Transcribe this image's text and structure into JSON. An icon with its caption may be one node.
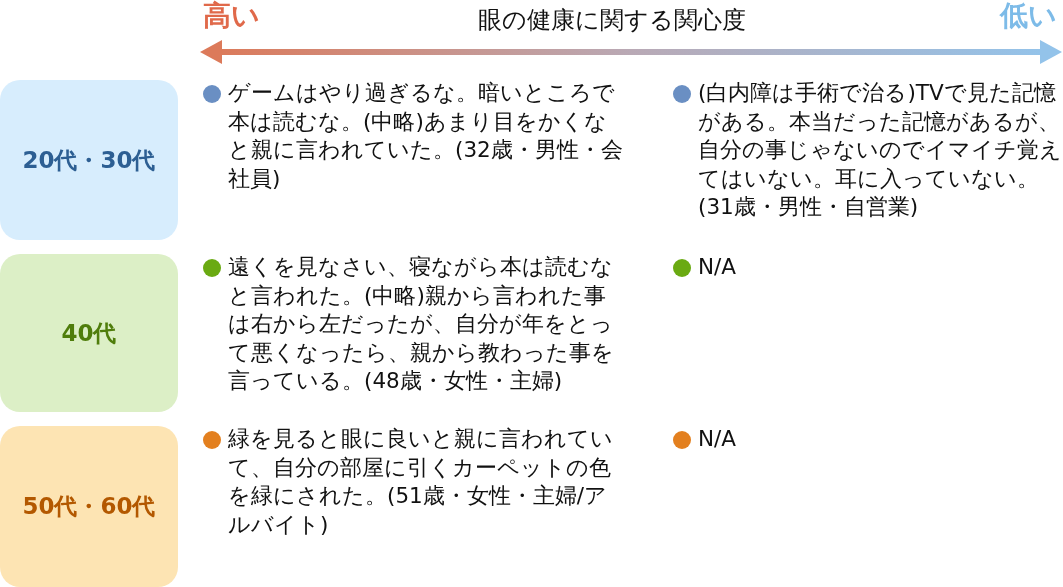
{
  "diagram": {
    "title": "眼の健康に関する関心度",
    "nodes": [
      {
        "text": [
          "20代・30代"
        ]
      },
      {
        "text": [
          "40代"
        ]
      },
      {
        "text": [
          "50代・60代"
        ]
      }
    ],
    "edges": [],
    "labels": [
      "高い",
      "低い",
      "ゲームはやり過ぎるな。暗いところで本は読むな。(中略)あまり目をかくなと親に言われていた。(32歳・男性・会社員)",
      "(白内障は手術で治る)TVで見た記憶がある。本当だった記憶があるが、自分の事じゃないのでイマイチ覚えてはいない。耳に入っていない。(31歳・男性・自営業)",
      "遠くを見なさい、寝ながら本は読むなと言われた。(中略)親から言われた事は右から左だったが、自分が年をとって悪くなったら、親から教わった事を言っている。(48歳・女性・主婦)",
      "N/A",
      "緑を見ると眼に良いと親に言われていて、自分の部屋に引くカーペットの色を緑にされた。(51歳・女性・主婦/アルバイト)",
      "N/A"
    ]
  }
}
